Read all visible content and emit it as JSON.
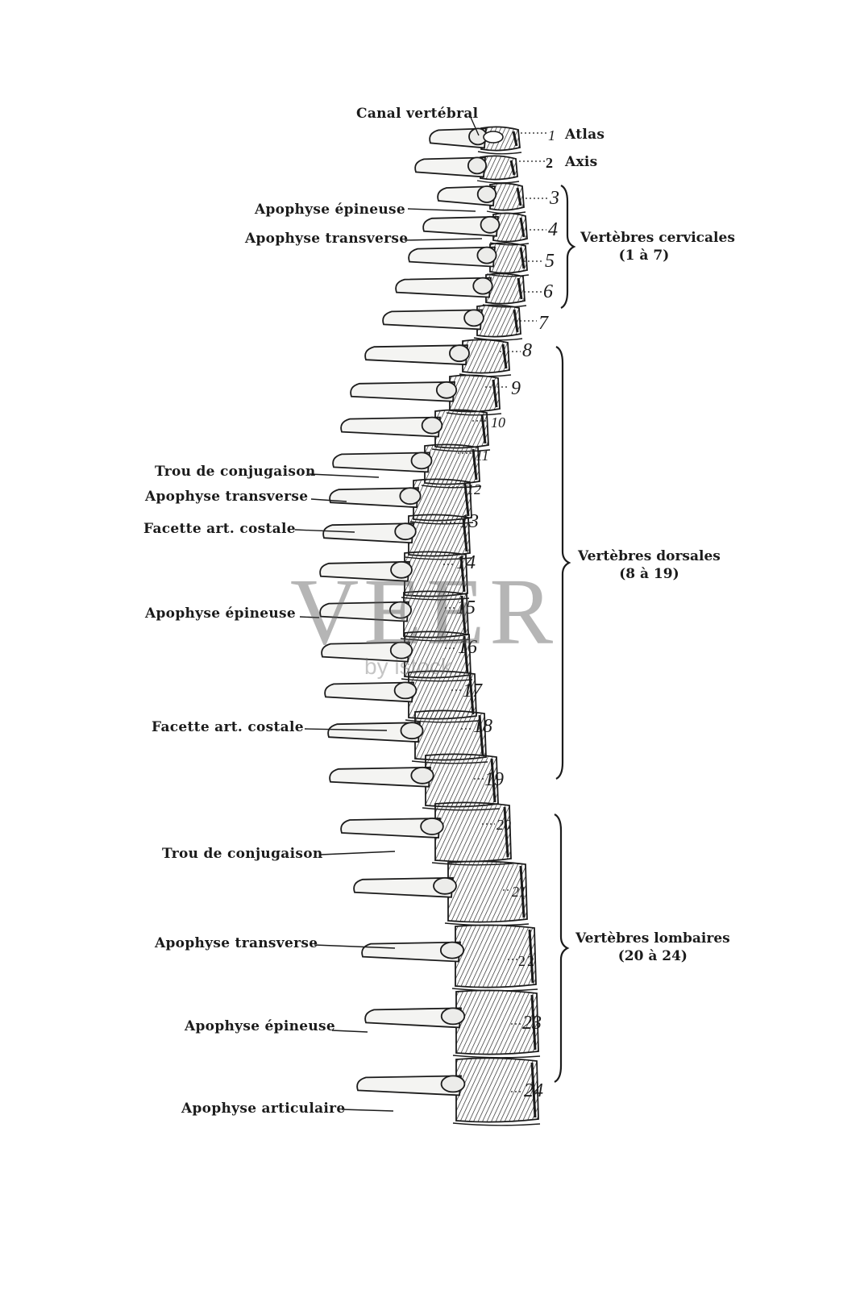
{
  "labels_left": [
    {
      "id": "canal-vertebral",
      "text": "Canal vertébral"
    },
    {
      "id": "apophyse-epineuse-1",
      "text": "Apophyse épineuse"
    },
    {
      "id": "apophyse-transverse-1",
      "text": "Apophyse transverse"
    },
    {
      "id": "trou-de-conjugaison-1",
      "text": "Trou de conjugaison"
    },
    {
      "id": "apophyse-transverse-2",
      "text": "Apophyse transverse"
    },
    {
      "id": "facette-art-costale-1",
      "text": "Facette art. costale"
    },
    {
      "id": "apophyse-epineuse-2",
      "text": "Apophyse épineuse"
    },
    {
      "id": "facette-art-costale-2",
      "text": "Facette art. costale"
    },
    {
      "id": "trou-de-conjugaison-2",
      "text": "Trou de conjugaison"
    },
    {
      "id": "apophyse-transverse-3",
      "text": "Apophyse transverse"
    },
    {
      "id": "apophyse-epineuse-3",
      "text": "Apophyse épineuse"
    },
    {
      "id": "apophyse-articulaire",
      "text": "Apophyse articulaire"
    }
  ],
  "vertebra_numbers": [
    "1",
    "2",
    "3",
    "4",
    "5",
    "6",
    "7",
    "8",
    "9",
    "10",
    "11",
    "12",
    "13",
    "14",
    "15",
    "16",
    "17",
    "18",
    "19",
    "20",
    "21",
    "22",
    "23",
    "24"
  ],
  "named_vertebrae": {
    "atlas": "Atlas",
    "axis": "Axis"
  },
  "regions": [
    {
      "id": "cervicales",
      "name": "Vertèbres cervicales",
      "range": "(1 à 7)"
    },
    {
      "id": "dorsales",
      "name": "Vertèbres dorsales",
      "range": "(8 à 19)"
    },
    {
      "id": "lombaires",
      "name": "Vertèbres lombaires",
      "range": "(20 à 24)"
    }
  ],
  "watermark": {
    "main": "VEER",
    "sub": "by istock"
  },
  "colors": {
    "ink": "#1b1b1b",
    "bone": "#f4f4f2",
    "shade": "#3a3a3a",
    "watermark": "#7a7a7a"
  }
}
